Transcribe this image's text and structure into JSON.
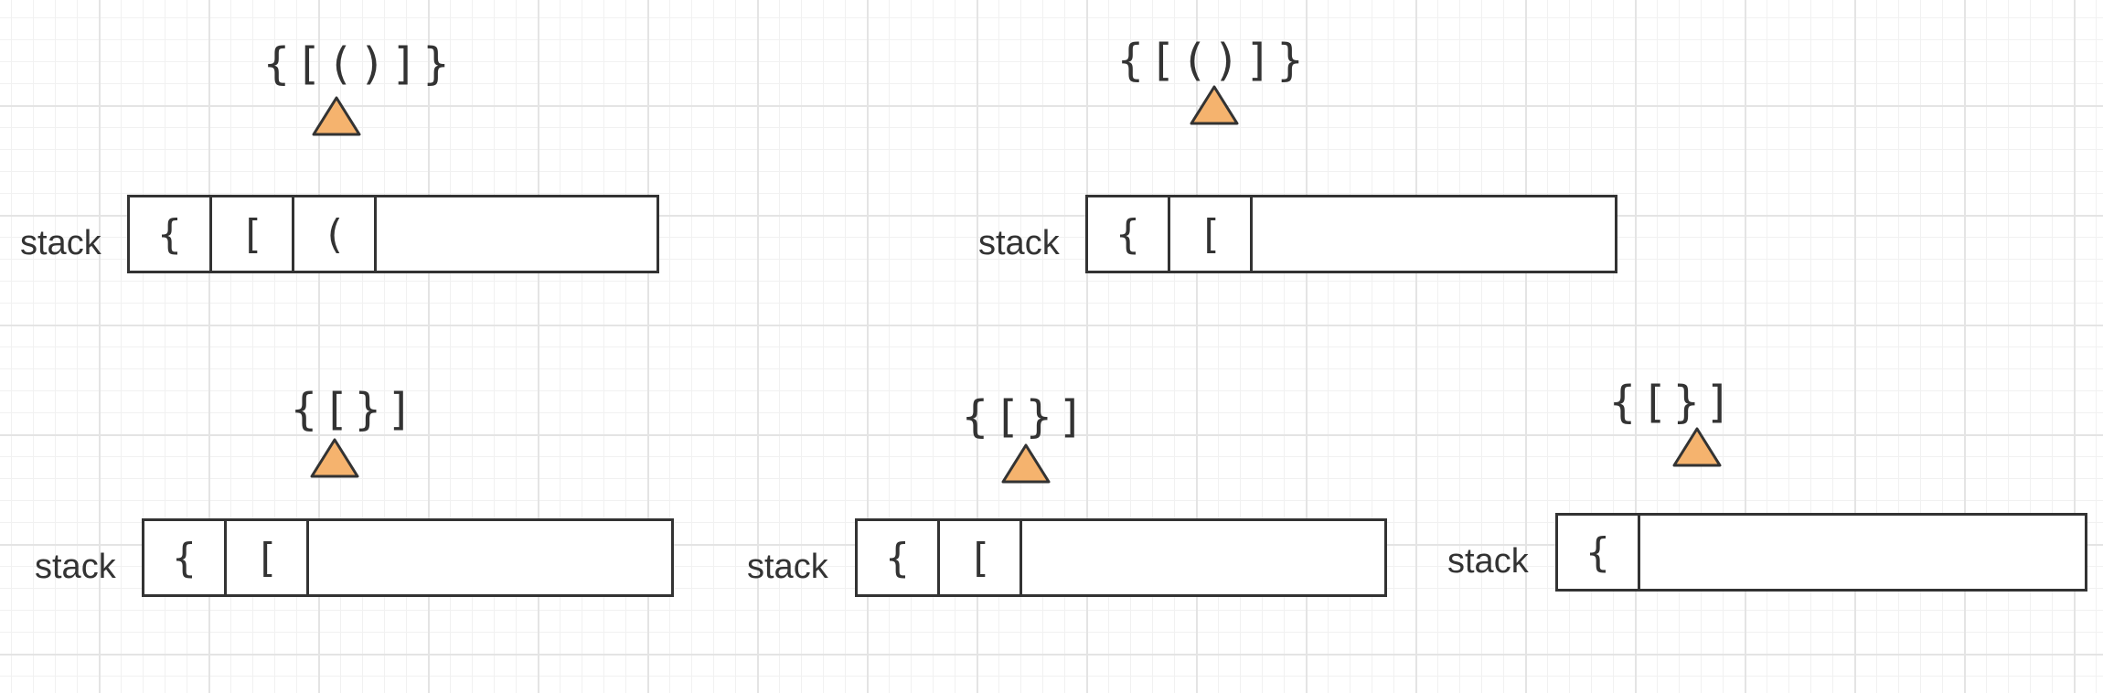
{
  "colors": {
    "pointer_fill": "#f5b36e",
    "stroke": "#333333",
    "grid": "#e4e4e4"
  },
  "panels": [
    {
      "expression": "{[()]}",
      "label": "stack",
      "cells": [
        "{",
        "[",
        "("
      ]
    },
    {
      "expression": "{[()]}",
      "label": "stack",
      "cells": [
        "{",
        "["
      ]
    },
    {
      "expression": "{[}]",
      "label": "stack",
      "cells": [
        "{",
        "["
      ]
    },
    {
      "expression": "{[}]",
      "label": "stack",
      "cells": [
        "{",
        "["
      ]
    },
    {
      "expression": "{[}]",
      "label": "stack",
      "cells": [
        "{"
      ]
    }
  ]
}
